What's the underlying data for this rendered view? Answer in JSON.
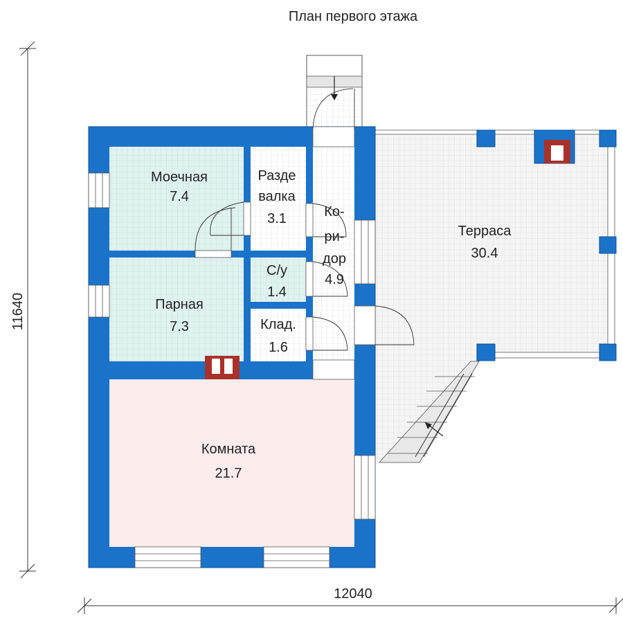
{
  "title": "План первого этажа",
  "dimensions": {
    "height": "11640",
    "width": "12040"
  },
  "rooms": [
    {
      "name": "Моечная",
      "area": "7.4"
    },
    {
      "name": "Разде",
      "name2": "валка",
      "area": "3.1"
    },
    {
      "name": "Ко-",
      "name2": "ри-",
      "name3": "дор",
      "area": "4.9"
    },
    {
      "name": "С/у",
      "area": "1.4"
    },
    {
      "name": "Парная",
      "area": "7.3"
    },
    {
      "name": "Клад.",
      "area": "1.6"
    },
    {
      "name": "Комната",
      "area": "21.7"
    },
    {
      "name": "Терраса",
      "area": "30.4"
    }
  ],
  "colors": {
    "wall": "#1a73c8",
    "wet_floor": "#dff3f1",
    "room_floor": "#fcecec",
    "terrace_floor": "#f5f5f5",
    "stove": "#a8322a",
    "grid_line": "#c8cfd4"
  }
}
